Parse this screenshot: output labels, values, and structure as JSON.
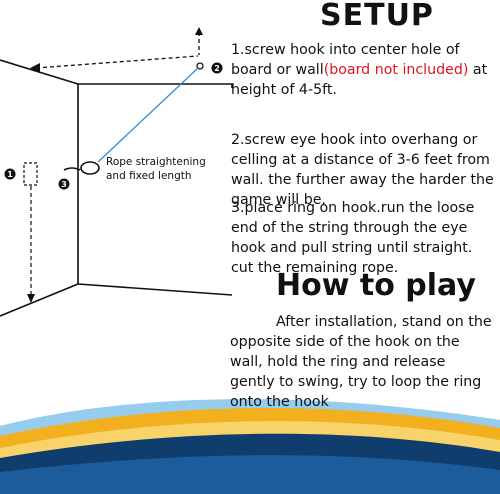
{
  "setup": {
    "title": "SETUP",
    "step1_main": "1.screw hook into center hole of board or wall",
    "step1_note": "(board not included)",
    "step1_tail": " at height of 4-5ft.",
    "step2": "2.screw eye hook into overhang or celling at a distance of 3-6 feet from wall. the further away the harder the game will be.",
    "step3": "3.place ring on hook.run the loose end of the string through the eye hook and pull string until straight. cut the remaining rope."
  },
  "howto": {
    "title": "How to play",
    "body": "After installation, stand on the opposite side of the hook on the wall, hold the ring and release gently to swing, try to loop the ring onto the hook"
  },
  "diagram": {
    "rope_label": "Rope straightening and fixed length",
    "marker1": "1",
    "marker2": "2",
    "marker3": "3"
  },
  "colors": {
    "note_red": "#e0141e",
    "rope_blue": "#2f8fd8",
    "wave_navy": "#0f3d6e",
    "wave_gold": "#f2b01e",
    "wave_sky": "#3fa3e0"
  }
}
